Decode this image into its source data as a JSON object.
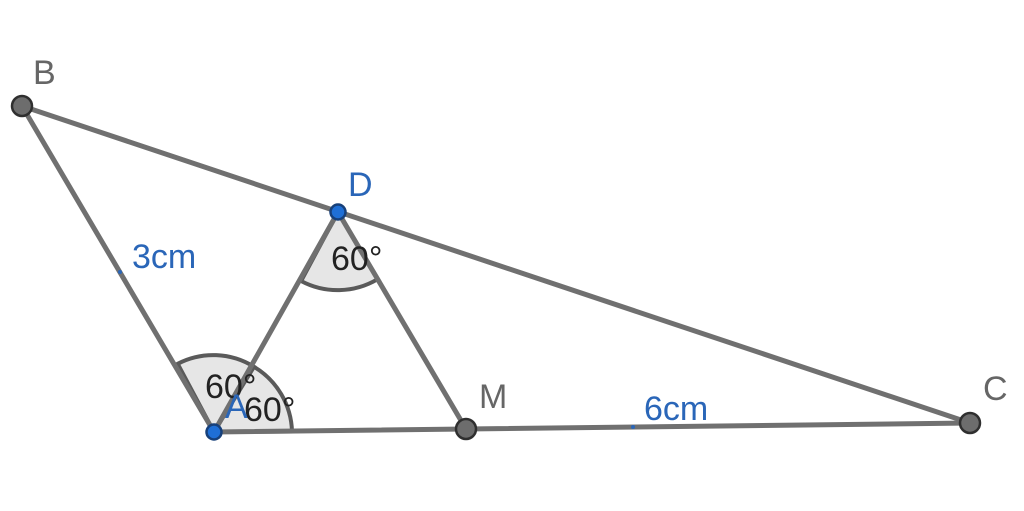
{
  "points": {
    "B": "B",
    "C": "C",
    "D": "D",
    "M": "M",
    "A": "A"
  },
  "lengths": {
    "ab": "3cm",
    "mc": "6cm"
  },
  "angles": {
    "bad": "60°",
    "dam": "60°",
    "adm": "60°"
  },
  "colors": {
    "segment": "#707070",
    "point_gray": "#6d6d6d",
    "point_blue": "#1f6fd6",
    "label_blue": "#2a66b8",
    "label_gray": "#666666",
    "angle_fill": "#e6e6e6"
  }
}
